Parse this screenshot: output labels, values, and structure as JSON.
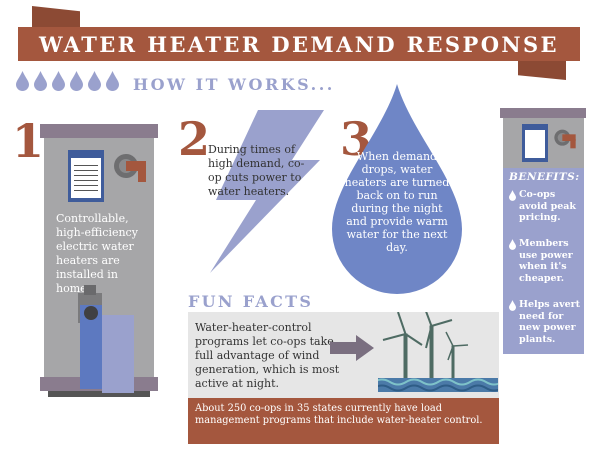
{
  "title": "WATER HEATER DEMAND RESPONSE",
  "how_it_works": "HOW IT WORKS...",
  "steps": [
    {
      "number": "1",
      "text": "Controllable, high-efficiency electric water heaters are installed in homes."
    },
    {
      "number": "2",
      "text": "During times of high demand, co-op cuts power to water heaters."
    },
    {
      "number": "3",
      "text": "When demand drops, water heaters are turned back on to run during the night and provide warm water for the next day."
    }
  ],
  "benefits": {
    "title": "BENEFITS:",
    "items": [
      "Co-ops avoid peak pricing.",
      "Members use power when it's cheaper.",
      "Helps avert need for new power plants."
    ]
  },
  "fun_facts": {
    "title": "FUN FACTS",
    "text": "Water-heater-control programs let co-ops take full advantage of wind generation, which is most active at night.",
    "footer": "About 250 co-ops in 35 states currently have load management programs that include water-heater control."
  },
  "colors": {
    "rust": "#a4573e",
    "lavender": "#9aa1cd",
    "heater_gray": "#a6a6a8",
    "drop_blue": "#6f86c6",
    "navy": "#3f5c9b"
  }
}
